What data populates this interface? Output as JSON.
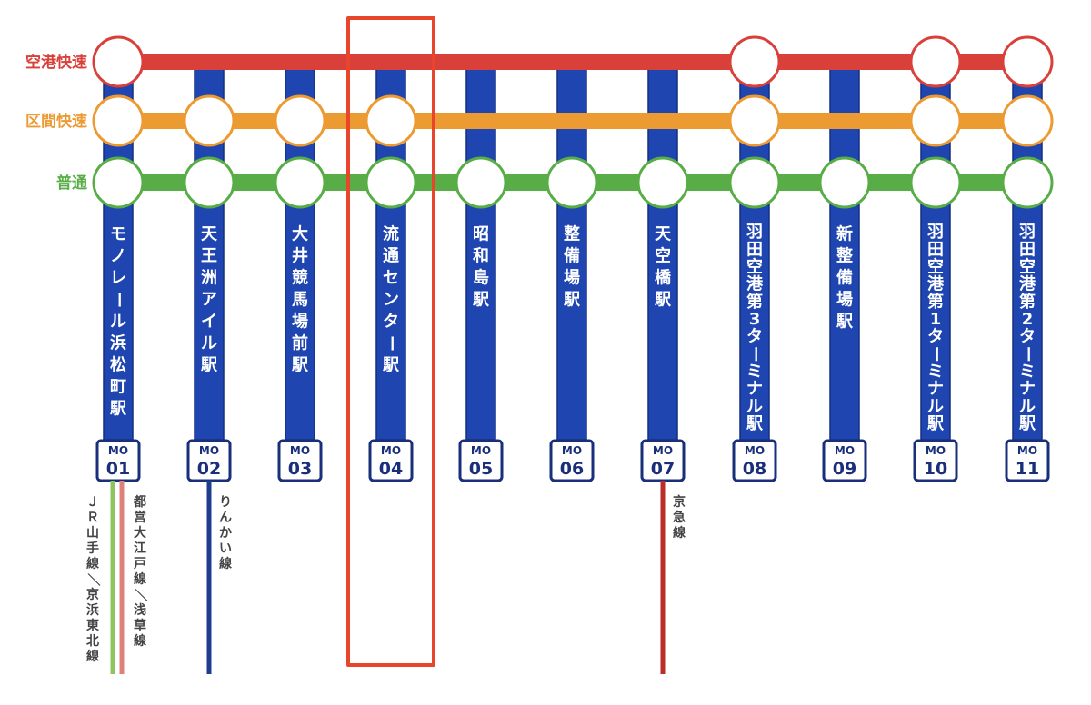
{
  "services": [
    {
      "id": "airport-rapid",
      "label": "空港快速",
      "color": "#d9403a",
      "stops": [
        "MO01",
        "MO08",
        "MO10",
        "MO11"
      ]
    },
    {
      "id": "section-rapid",
      "label": "区間快速",
      "color": "#ec9a32",
      "stops": [
        "MO01",
        "MO02",
        "MO03",
        "MO04",
        "MO08",
        "MO10",
        "MO11"
      ]
    },
    {
      "id": "local",
      "label": "普通",
      "color": "#58ad47",
      "stops": [
        "MO01",
        "MO02",
        "MO03",
        "MO04",
        "MO05",
        "MO06",
        "MO07",
        "MO08",
        "MO09",
        "MO10",
        "MO11"
      ]
    }
  ],
  "stations": [
    {
      "code": "MO01",
      "prefix": "MO",
      "number": "01",
      "name": "モノレール浜松町駅"
    },
    {
      "code": "MO02",
      "prefix": "MO",
      "number": "02",
      "name": "天王洲アイル駅"
    },
    {
      "code": "MO03",
      "prefix": "MO",
      "number": "03",
      "name": "大井競馬場前駅"
    },
    {
      "code": "MO04",
      "prefix": "MO",
      "number": "04",
      "name": "流通センター駅"
    },
    {
      "code": "MO05",
      "prefix": "MO",
      "number": "05",
      "name": "昭和島駅"
    },
    {
      "code": "MO06",
      "prefix": "MO",
      "number": "06",
      "name": "整備場駅"
    },
    {
      "code": "MO07",
      "prefix": "MO",
      "number": "07",
      "name": "天空橋駅"
    },
    {
      "code": "MO08",
      "prefix": "MO",
      "number": "08",
      "name": "羽田空港第3ターミナル駅"
    },
    {
      "code": "MO09",
      "prefix": "MO",
      "number": "09",
      "name": "新整備場駅"
    },
    {
      "code": "MO10",
      "prefix": "MO",
      "number": "10",
      "name": "羽田空港第1ターミナル駅"
    },
    {
      "code": "MO11",
      "prefix": "MO",
      "number": "11",
      "name": "羽田空港第2ターミナル駅"
    }
  ],
  "transfers": [
    {
      "station": "MO01",
      "label": "ＪＲ山手線／京浜東北線",
      "color": "#8cc460"
    },
    {
      "station": "MO01",
      "label": "都営大江戸線／浅草線",
      "color": "#e0807a"
    },
    {
      "station": "MO02",
      "label": "りんかい線",
      "color": "#1d3d8f"
    },
    {
      "station": "MO07",
      "label": "京急線",
      "color": "#b82e2a"
    }
  ],
  "highlight": {
    "station": "MO04",
    "color": "#e8452a"
  },
  "colors": {
    "station_bar": "#1e45b0",
    "station_bar_edge": "#132f80",
    "code_border": "#1a2f7a"
  }
}
